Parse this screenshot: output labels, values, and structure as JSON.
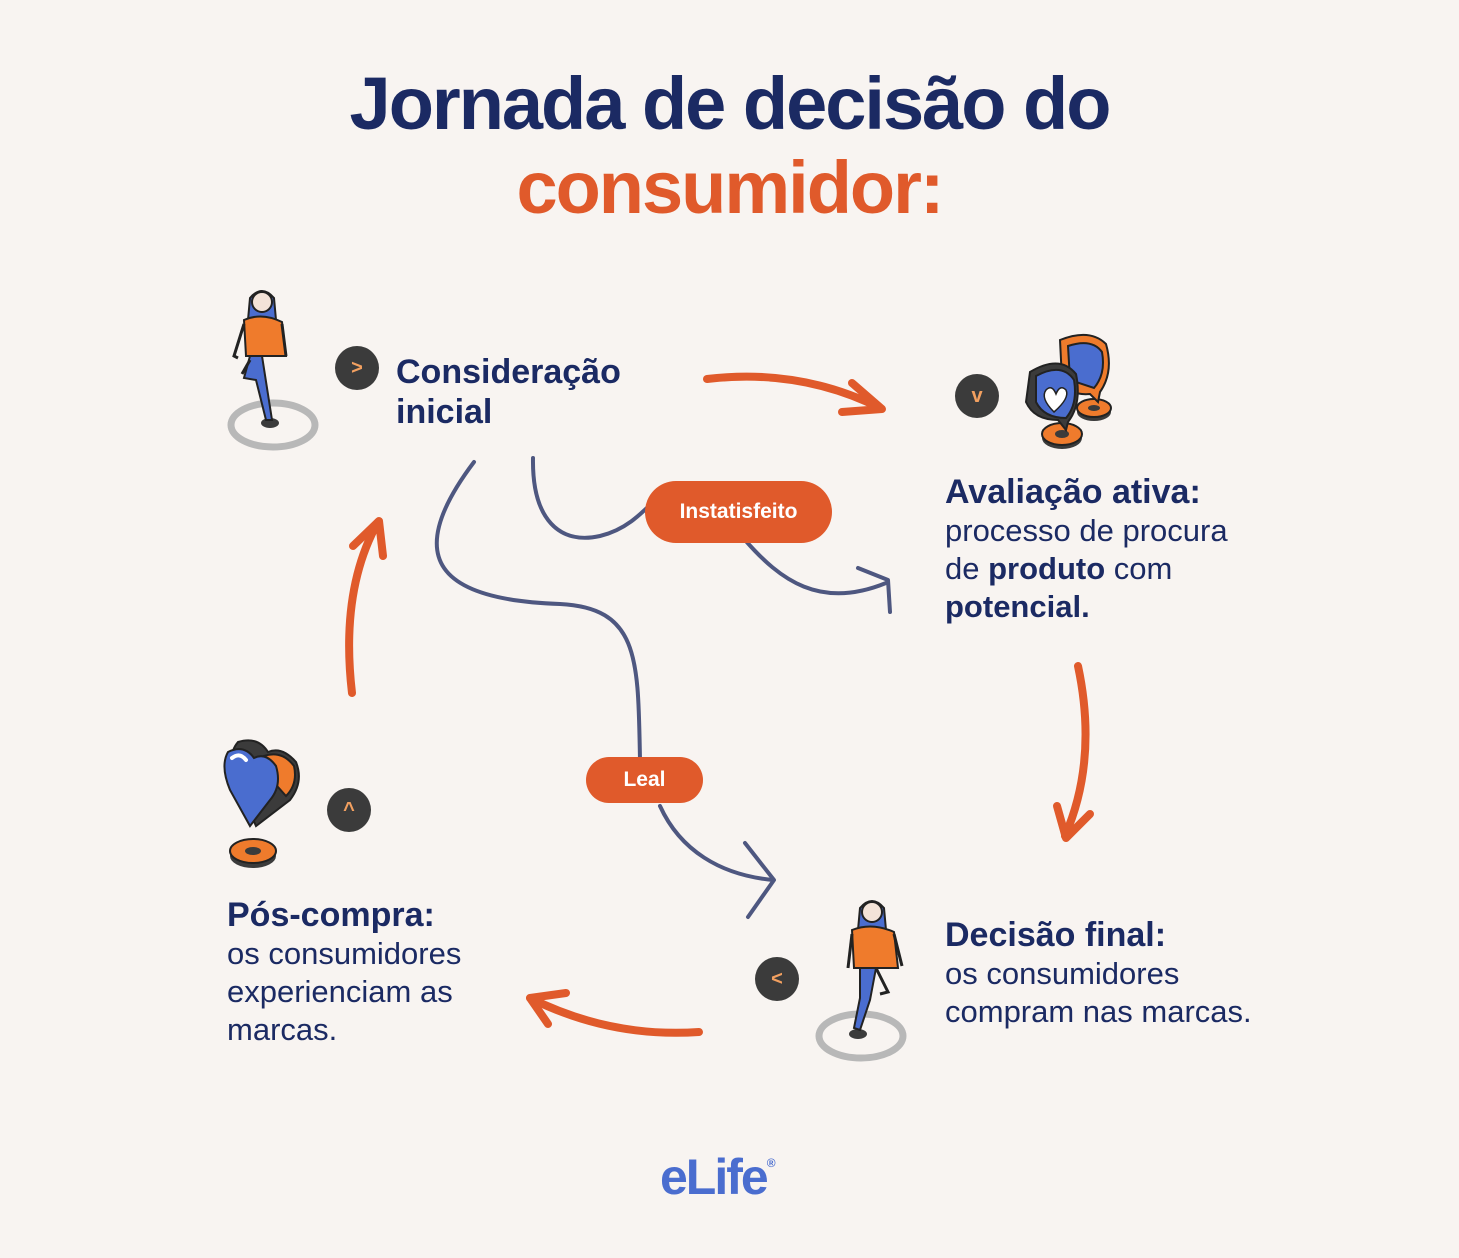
{
  "title": {
    "line1": "Jornada de decisão do",
    "line2": "consumidor:"
  },
  "colors": {
    "navy": "#1b2a63",
    "orange": "#e05a2b",
    "slate": "#4e5780",
    "blue": "#4a6dcf",
    "background": "#f8f4f1"
  },
  "stages": {
    "initial": {
      "head_line1": "Consideração",
      "head_line2": "inicial",
      "badge": ">"
    },
    "active": {
      "head": "Avaliação ativa:",
      "body_1": "processo de procura",
      "body_2a": "de ",
      "body_2b": "produto",
      "body_2c": " com",
      "body_3": "potencial.",
      "badge": "v"
    },
    "final": {
      "head": "Decisão final:",
      "body_1": "os consumidores",
      "body_2": "compram nas marcas.",
      "badge": "<"
    },
    "post": {
      "head": "Pós-compra:",
      "body_1": "os consumidores",
      "body_2": "experienciam as",
      "body_3": "marcas.",
      "badge": "^"
    }
  },
  "paths": {
    "unsatisfied": "Instatisfeito",
    "loyal": "Leal"
  },
  "logo": {
    "text": "eLife",
    "mark": "®"
  },
  "icons": [
    "walking-woman-icon",
    "speech-bubbles-icon",
    "heart-icon"
  ]
}
